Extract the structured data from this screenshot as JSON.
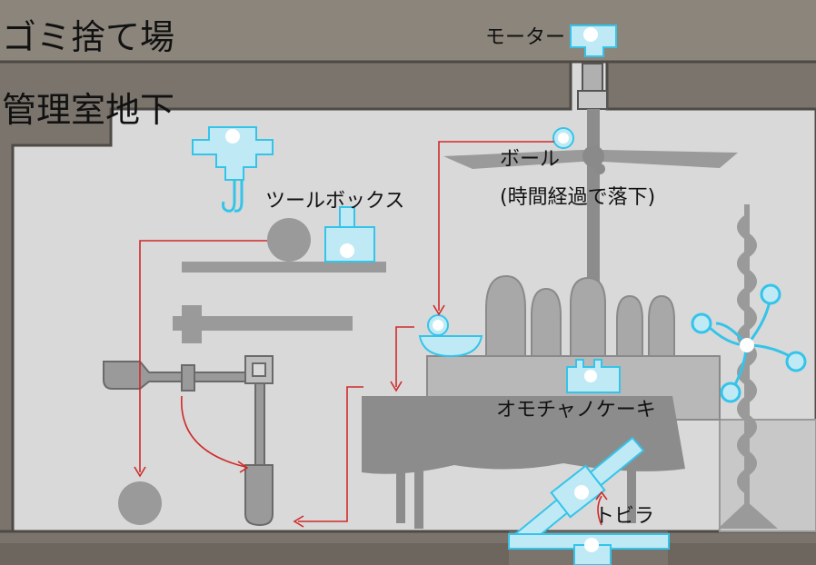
{
  "title": {
    "line1": "ゴミ捨て場",
    "line2": "管理室地下"
  },
  "labels": {
    "motor": "モーター",
    "ball": "ボール",
    "ball_note": "(時間経過で落下)",
    "toolbox": "ツールボックス",
    "toy_cake": "オモチャノケーキ",
    "door": "トビラ"
  },
  "colors": {
    "wall": "#7a746c",
    "wall_dark": "#4e4a45",
    "floor": "#d9d9d9",
    "object_gray": "#9a9a9a",
    "interactive_fill": "#bfeaf5",
    "interactive_stroke": "#34c4ea",
    "arrow_red": "#d02a2a"
  },
  "icons": [
    "motor-icon",
    "crane-hook-icon",
    "toolbox-icon",
    "ball-icon",
    "bowl-icon",
    "pedestal-icon",
    "spinning-sculpture-icon",
    "door-icon",
    "hammer-lever-icon"
  ]
}
